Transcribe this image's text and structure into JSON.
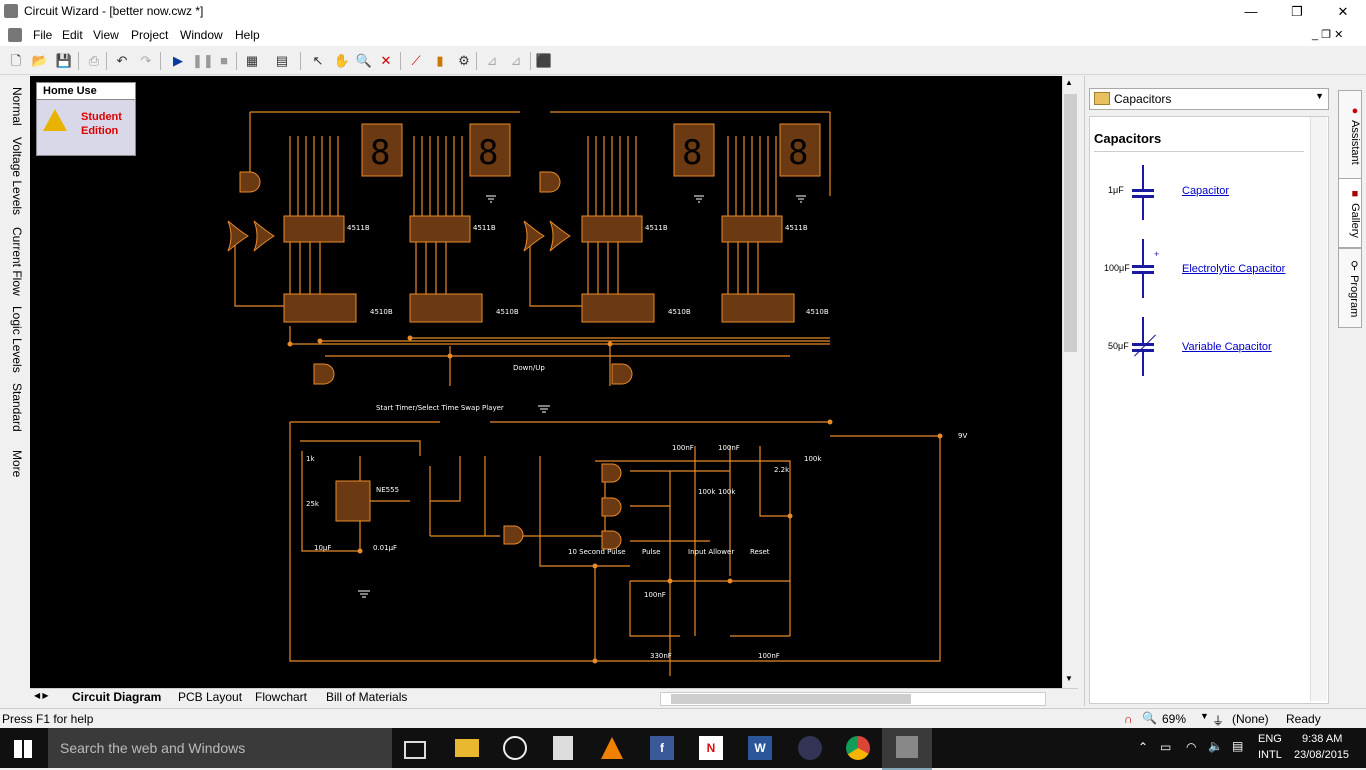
{
  "window": {
    "title": "Circuit Wizard - [better now.cwz *]",
    "controls": {
      "minimize": "—",
      "maximize": "❐",
      "close": "✕"
    }
  },
  "menu": {
    "items": [
      "File",
      "Edit",
      "View",
      "Project",
      "Window",
      "Help"
    ]
  },
  "left_tabs": [
    "Normal",
    "Voltage Levels",
    "Current Flow",
    "Logic Levels",
    "Standard",
    "More"
  ],
  "home_box": {
    "title": "Home Use",
    "line1": "Student",
    "line2": "Edition"
  },
  "sheet_tabs": [
    "Circuit Diagram",
    "PCB Layout",
    "Flowchart",
    "Bill of Materials"
  ],
  "active_sheet_tab": "Circuit Diagram",
  "gallery": {
    "selected": "Capacitors",
    "heading": "Capacitors",
    "items": [
      {
        "value": "1μF",
        "label": "Capacitor"
      },
      {
        "value": "100μF",
        "label": "Electrolytic Capacitor"
      },
      {
        "value": "50μF",
        "label": "Variable Capacitor"
      }
    ]
  },
  "right_tabs": [
    "Assistant",
    "Gallery",
    "Program"
  ],
  "circuit_labels": {
    "ic1": "4511B",
    "ic2": "4511B",
    "ic3": "4511B",
    "ic4": "4511B",
    "ic5": "4510B",
    "ic6": "4510B",
    "ic7": "4510B",
    "ic8": "4510B",
    "downup": "Down/Up",
    "switches": "Start Timer/Select Time Swap Player",
    "ne555": "NE555",
    "r1k": "1k",
    "r25k": "25k",
    "c10uF": "10μF",
    "c001uF": "0.01μF",
    "c100nF_a": "100nF",
    "c100nF_b": "100nF",
    "r100k_a": "100k",
    "r100k_b": "100k",
    "r100k_c": "100k",
    "r22k": "2.2k",
    "v9": "9V",
    "pulse10": "10 Second Pulse",
    "pulse": "Pulse",
    "input_allower": "Input Allower",
    "reset": "Reset",
    "c100nF_c": "100nF",
    "c330nF": "330nF",
    "c100nF_d": "100nF"
  },
  "status": {
    "help": "Press F1 for help",
    "zoom": "69%",
    "none": "(None)",
    "ready": "Ready"
  },
  "taskbar": {
    "search": "Search the web and Windows",
    "lang1": "ENG",
    "lang2": "INTL",
    "time": "9:38 AM",
    "date": "23/08/2015"
  }
}
